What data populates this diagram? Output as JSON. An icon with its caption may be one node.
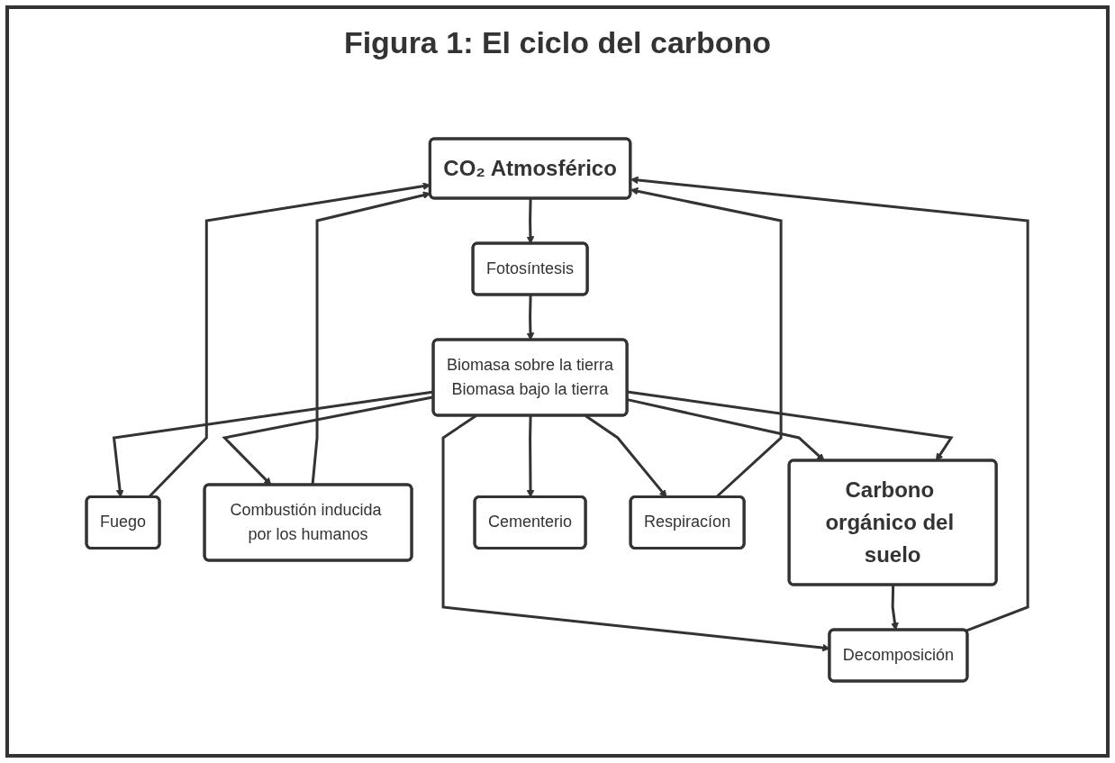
{
  "diagram": {
    "title": "Figura 1: El ciclo del carbono",
    "nodes": [
      {
        "text": [
          "CO₂ Atmosférico"
        ]
      },
      {
        "text": [
          "Fotosíntesis"
        ]
      },
      {
        "text": [
          "Fuego"
        ]
      },
      {
        "text": [
          "Combustión inducida por los humanos"
        ]
      },
      {
        "text": [
          "Biomasa sobre la tierra",
          "Biomasa bajo la tierra"
        ]
      },
      {
        "text": [
          "Decomposición"
        ]
      },
      {
        "text": [
          "Carbono orgánico del suelo"
        ]
      },
      {
        "text": [
          "Cementerio"
        ]
      },
      {
        "text": [
          "Respiracíon"
        ]
      }
    ],
    "edges": [
      {
        "from": 0,
        "to": 1,
        "arrow": "to"
      },
      {
        "from": 1,
        "to": 4,
        "arrow": "to"
      },
      {
        "from": 4,
        "to": 2,
        "arrow": "to"
      },
      {
        "from": 4,
        "to": 3,
        "arrow": "to"
      },
      {
        "from": 4,
        "to": 5,
        "arrow": "to"
      },
      {
        "from": 4,
        "to": 6,
        "arrow": "to"
      },
      {
        "from": 4,
        "to": 6,
        "arrow": "to"
      },
      {
        "from": 4,
        "to": 7,
        "arrow": "to"
      },
      {
        "from": 4,
        "to": 8,
        "arrow": "to"
      },
      {
        "from": 6,
        "to": 5,
        "arrow": "to"
      },
      {
        "from": 2,
        "to": 0,
        "arrow": "to"
      },
      {
        "from": 3,
        "to": 0,
        "arrow": "to"
      },
      {
        "from": 5,
        "to": 0,
        "arrow": "to"
      },
      {
        "from": 8,
        "to": 0,
        "arrow": "to"
      }
    ]
  }
}
